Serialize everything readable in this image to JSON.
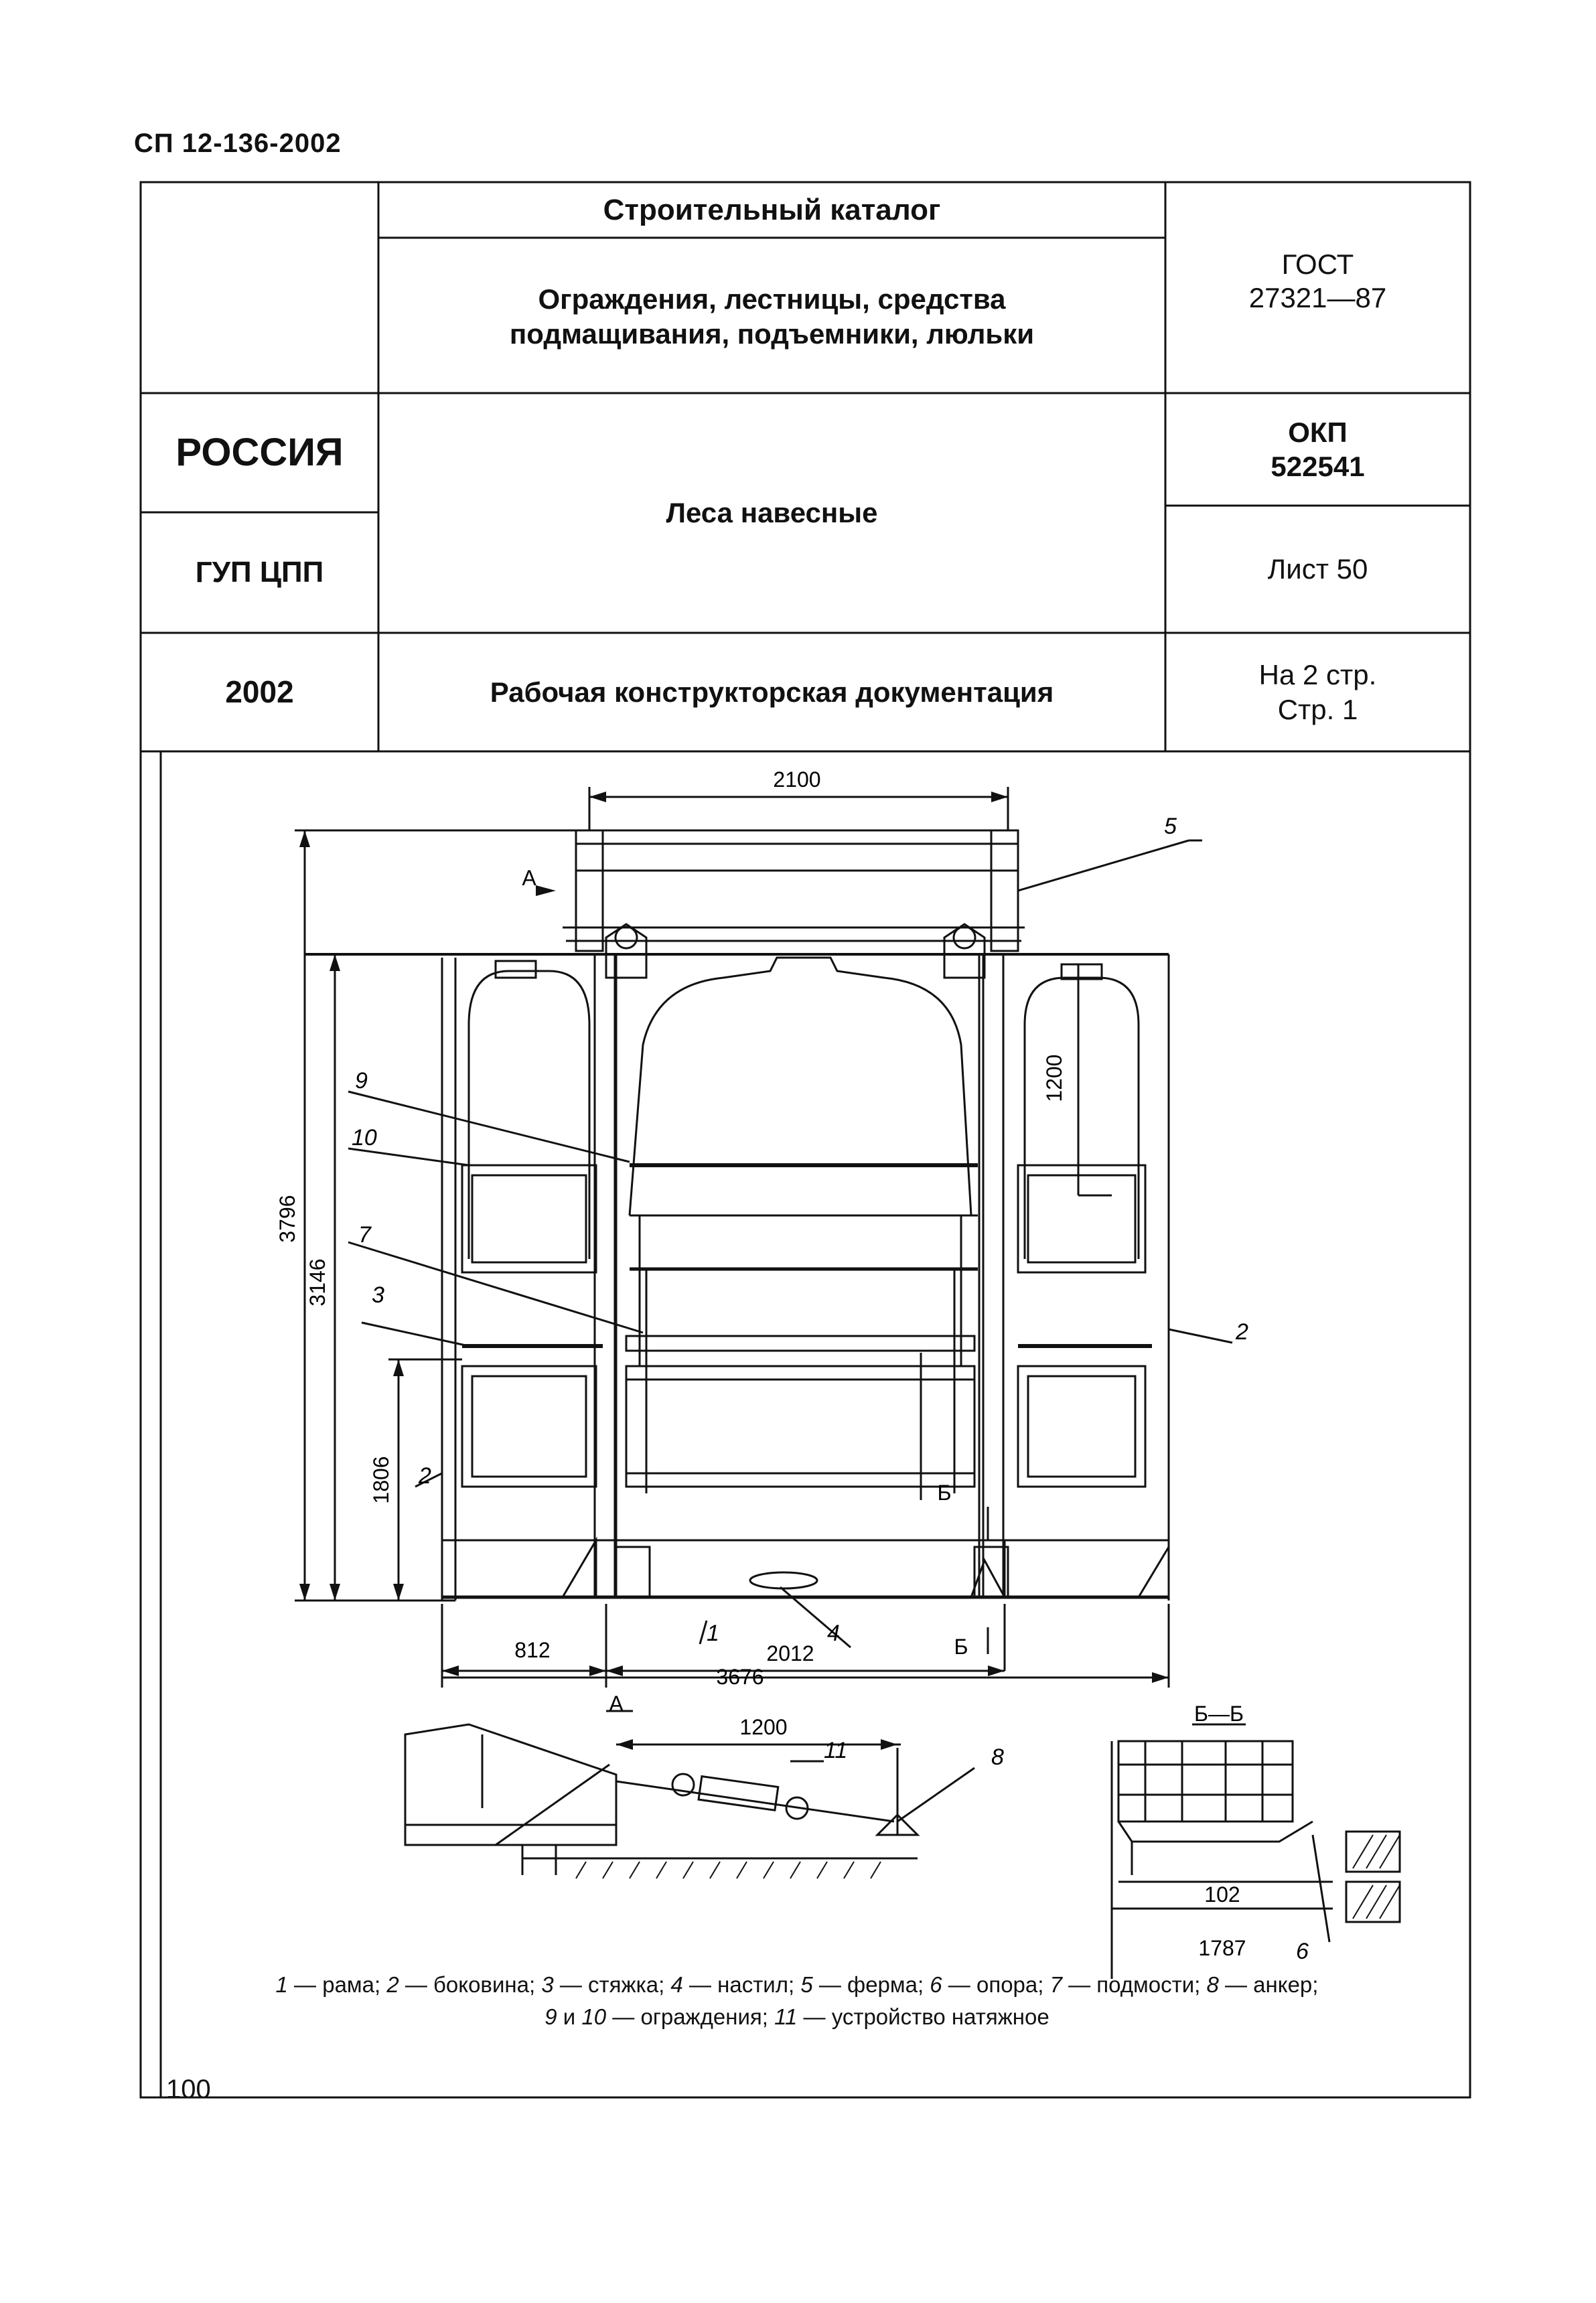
{
  "doc_code": "СП 12-136-2002",
  "page_number": "100",
  "header": {
    "catalog_title": "Строительный каталог",
    "section": "Ограждения, лестницы, средства подмащивания, подъемники, люльки",
    "gost_label": "ГОСТ",
    "gost_number": "27321—87",
    "country": "РОССИЯ",
    "product": "Леса навесные",
    "okp_label": "ОКП",
    "okp_number": "522541",
    "publisher": "ГУП ЦПП",
    "sheet": "Лист 50",
    "year": "2002",
    "doc_type": "Рабочая конструкторская документация",
    "pages": "На 2 стр.",
    "page": "Стр. 1"
  },
  "drawing": {
    "dimensions": {
      "top_width": "2100",
      "inner_height": "1200",
      "total_height": "3796",
      "frame_height": "3146",
      "lower_height": "1806",
      "left_width": "812",
      "center_width": "2012",
      "total_width": "3676",
      "view_a_length": "1200",
      "section_width": "102",
      "section_length": "1787"
    },
    "callouts": [
      "1",
      "2",
      "3",
      "4",
      "5",
      "6",
      "7",
      "8",
      "9",
      "10",
      "11"
    ],
    "view_labels": {
      "view_a": "А",
      "section_b": "Б",
      "section_bb": "Б—Б"
    }
  },
  "legend": {
    "line1": [
      {
        "num": "1",
        "text": " — рама; "
      },
      {
        "num": "2",
        "text": " — боковина; "
      },
      {
        "num": "3",
        "text": " — стяжка; "
      },
      {
        "num": "4",
        "text": " — настил; "
      },
      {
        "num": "5",
        "text": " — ферма; "
      },
      {
        "num": "6",
        "text": " — опора; "
      },
      {
        "num": "7",
        "text": " — подмости; "
      },
      {
        "num": "8",
        "text": " — анкер;"
      }
    ],
    "line2": [
      {
        "num": "9",
        "text": " и "
      },
      {
        "num": "10",
        "text": " — ограждения; "
      },
      {
        "num": "11",
        "text": " — устройство натяжное"
      }
    ]
  }
}
